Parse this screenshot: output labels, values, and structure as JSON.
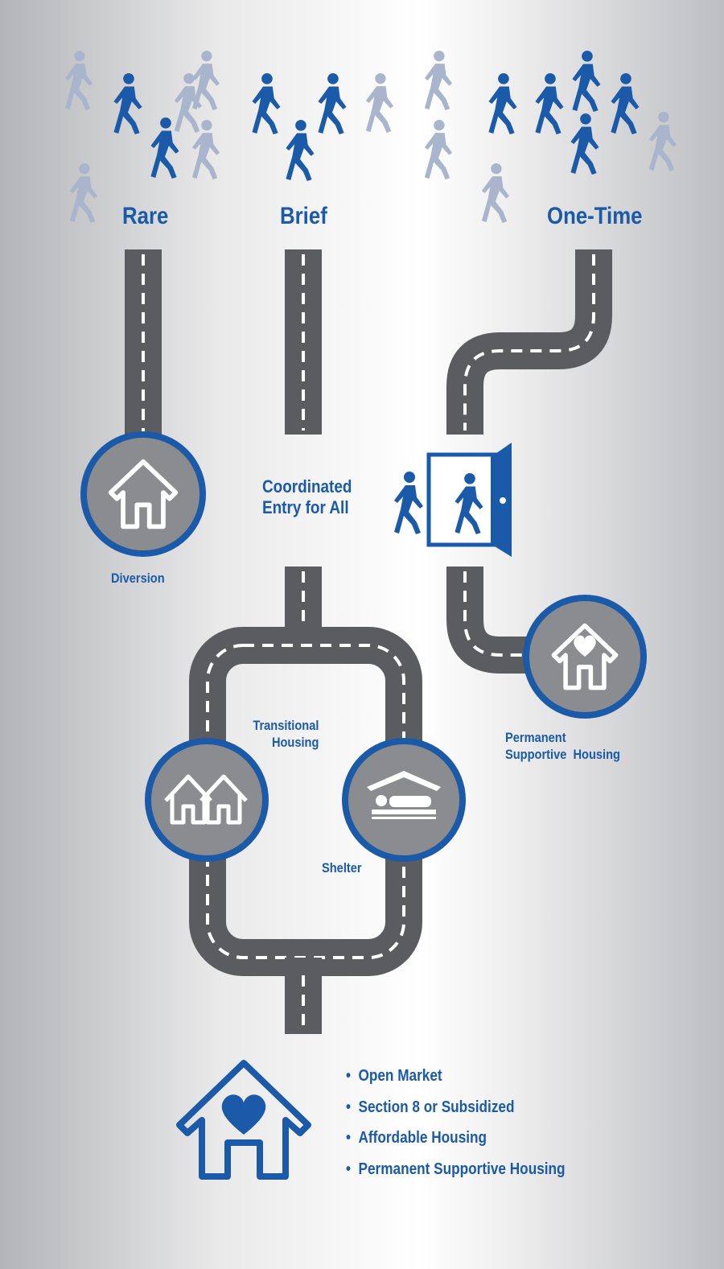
{
  "title_words": {
    "rare": "Rare",
    "brief": "Brief",
    "one_time": "One-Time"
  },
  "stations": {
    "diversion": "Diversion",
    "coordinated_entry": [
      "Coordinated",
      "Entry for All"
    ],
    "transitional_housing": [
      "Transitional",
      "Housing"
    ],
    "shelter": "Shelter",
    "permanent_supportive": [
      "Permanent",
      "Supportive  Housing"
    ]
  },
  "housing_options": [
    "Open Market",
    "Section 8 or Subsidized",
    "Affordable Housing",
    "Permanent Supportive Housing"
  ],
  "bullet": "•",
  "colors": {
    "brand_blue": "#1b5aa8",
    "faded_blue": "#a9b5cc",
    "road_gray": "#5b5c5f",
    "station_fill": "#8b8c8f",
    "lane_marking": "#ffffff"
  },
  "icons": {
    "walkers": "person-walking-icon",
    "diversion": "house-icon",
    "coordinated_entry": "open-door-icon",
    "transitional_housing": "two-houses-icon",
    "shelter": "bed-under-roof-icon",
    "permanent_supportive": "house-with-heart-icon",
    "destination": "house-with-heart-icon"
  }
}
